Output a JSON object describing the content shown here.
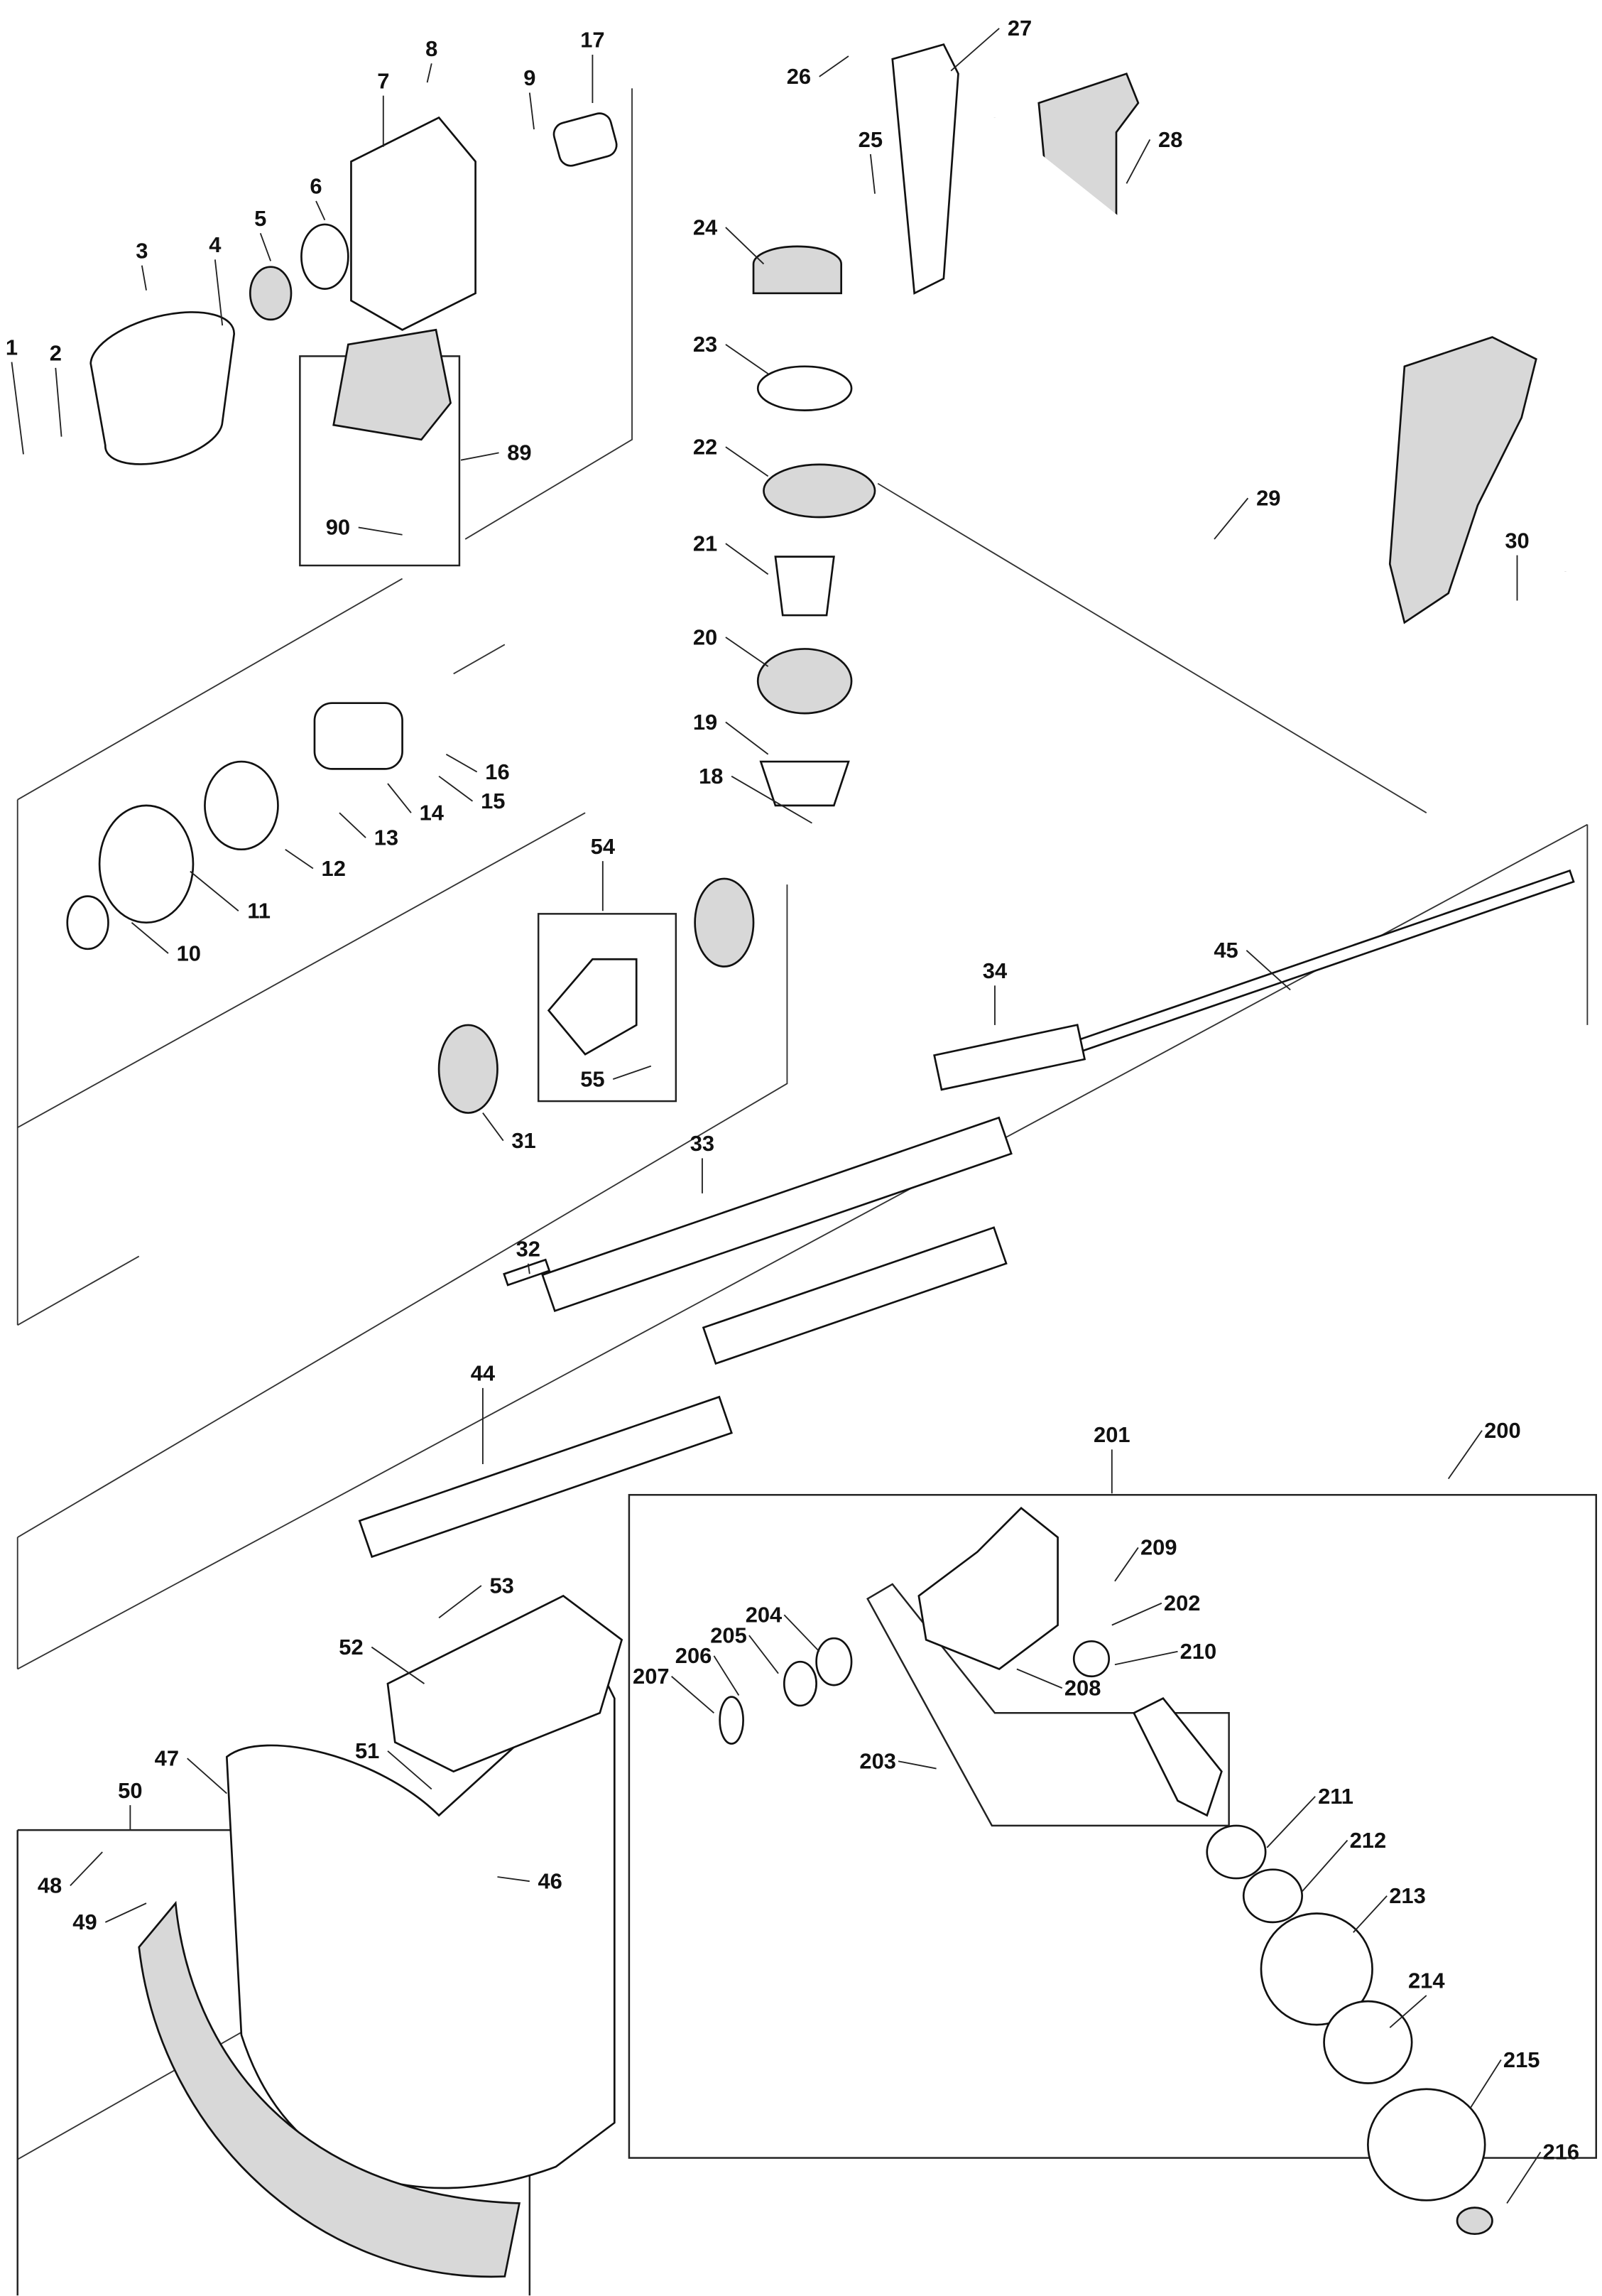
{
  "diagram": {
    "type": "exploded parts diagram",
    "line_color": "#111111",
    "background": "#ffffff",
    "part_numbers": [
      "1",
      "2",
      "3",
      "4",
      "5",
      "6",
      "7",
      "8",
      "9",
      "17",
      "89",
      "90",
      "10",
      "11",
      "12",
      "13",
      "14",
      "15",
      "16",
      "18",
      "19",
      "20",
      "21",
      "22",
      "23",
      "24",
      "25",
      "26",
      "27",
      "28",
      "29",
      "30",
      "31",
      "32",
      "33",
      "34",
      "44",
      "45",
      "46",
      "47",
      "48",
      "49",
      "50",
      "51",
      "52",
      "53",
      "54",
      "55",
      "200",
      "201",
      "202",
      "203",
      "204",
      "205",
      "206",
      "207",
      "208",
      "209",
      "210",
      "211",
      "212",
      "213",
      "214",
      "215",
      "216"
    ]
  }
}
